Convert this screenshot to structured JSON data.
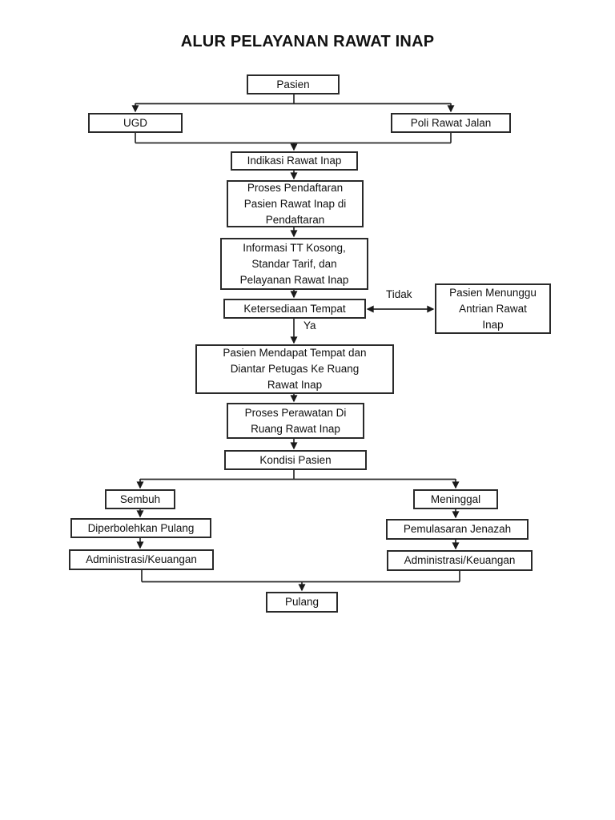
{
  "title": "ALUR PELAYANAN RAWAT INAP",
  "nodes": {
    "pasien": {
      "label": "Pasien"
    },
    "ugd": {
      "label": "UGD"
    },
    "poli": {
      "label": "Poli Rawat Jalan"
    },
    "indikasi": {
      "label": "Indikasi Rawat Inap"
    },
    "pendaftaran": {
      "label": "Proses Pendaftaran\nPasien Rawat Inap di\nPendaftaran"
    },
    "informasi": {
      "label": "Informasi TT Kosong,\nStandar Tarif, dan\nPelayanan Rawat Inap"
    },
    "ketersediaan": {
      "label": "Ketersediaan Tempat"
    },
    "menunggu": {
      "label": "Pasien Menunggu\nAntrian Rawat\nInap"
    },
    "mendapat": {
      "label": "Pasien Mendapat Tempat dan\nDiantar Petugas Ke Ruang\nRawat Inap"
    },
    "perawatan": {
      "label": "Proses Perawatan Di\nRuang Rawat Inap"
    },
    "kondisi": {
      "label": "Kondisi Pasien"
    },
    "sembuh": {
      "label": "Sembuh"
    },
    "meninggal": {
      "label": "Meninggal"
    },
    "diperbolehkan": {
      "label": "Diperbolehkan Pulang"
    },
    "pemulasaran": {
      "label": "Pemulasaran Jenazah"
    },
    "adm_kiri": {
      "label": "Administrasi/Keuangan"
    },
    "adm_kanan": {
      "label": "Administrasi/Keuangan"
    },
    "pulang": {
      "label": "Pulang"
    }
  },
  "edge_labels": {
    "ya": "Ya",
    "tidak": "Tidak"
  },
  "edges": [
    {
      "from": "pasien",
      "to": "ugd"
    },
    {
      "from": "pasien",
      "to": "poli"
    },
    {
      "from": "ugd",
      "to": "indikasi"
    },
    {
      "from": "poli",
      "to": "indikasi"
    },
    {
      "from": "indikasi",
      "to": "pendaftaran"
    },
    {
      "from": "pendaftaran",
      "to": "informasi"
    },
    {
      "from": "informasi",
      "to": "ketersediaan"
    },
    {
      "from": "ketersediaan",
      "to": "menunggu",
      "label": "Tidak",
      "bidirectional": true
    },
    {
      "from": "ketersediaan",
      "to": "mendapat",
      "label": "Ya"
    },
    {
      "from": "mendapat",
      "to": "perawatan"
    },
    {
      "from": "perawatan",
      "to": "kondisi"
    },
    {
      "from": "kondisi",
      "to": "sembuh"
    },
    {
      "from": "kondisi",
      "to": "meninggal"
    },
    {
      "from": "sembuh",
      "to": "diperbolehkan"
    },
    {
      "from": "diperbolehkan",
      "to": "adm_kiri"
    },
    {
      "from": "meninggal",
      "to": "pemulasaran"
    },
    {
      "from": "pemulasaran",
      "to": "adm_kanan"
    },
    {
      "from": "adm_kiri",
      "to": "pulang"
    },
    {
      "from": "adm_kanan",
      "to": "pulang"
    }
  ],
  "colors": {
    "border": "#2a2a2a",
    "text": "#111111",
    "background": "#ffffff"
  }
}
